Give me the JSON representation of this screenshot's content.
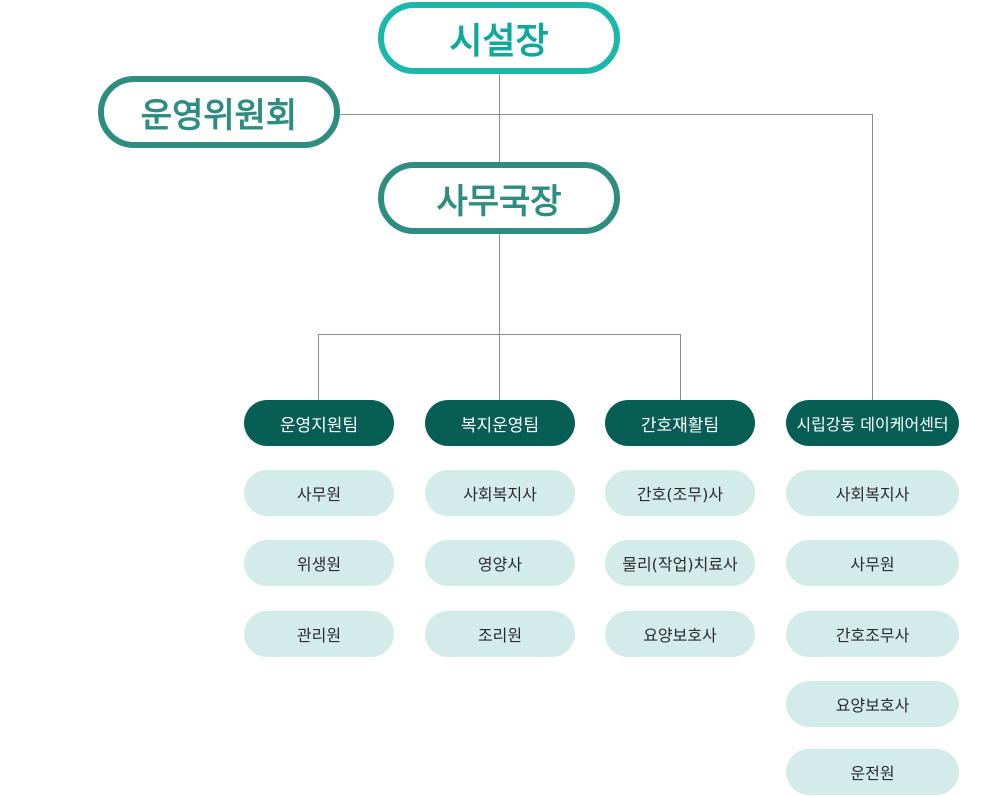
{
  "head": "시설장",
  "committee": "운영위원회",
  "director": "사무국장",
  "columns": [
    {
      "team": "운영지원팀",
      "staff": [
        "사무원",
        "위생원",
        "관리원"
      ]
    },
    {
      "team": "복지운영팀",
      "staff": [
        "사회복지사",
        "영양사",
        "조리원"
      ]
    },
    {
      "team": "간호재활팀",
      "staff": [
        "간호(조무)사",
        "물리(작업)치료사",
        "요양보호사"
      ]
    },
    {
      "team": "시립강동 데이케어센터",
      "staff": [
        "사회복지사",
        "사무원",
        "간호조무사",
        "요양보호사",
        "운전원"
      ]
    }
  ],
  "colors": {
    "head_border": "#1bb7aa",
    "box_border": "#2f8c80",
    "team_fill": "#075e55",
    "staff_fill": "#d3ecea",
    "line": "#8c8c8c"
  }
}
